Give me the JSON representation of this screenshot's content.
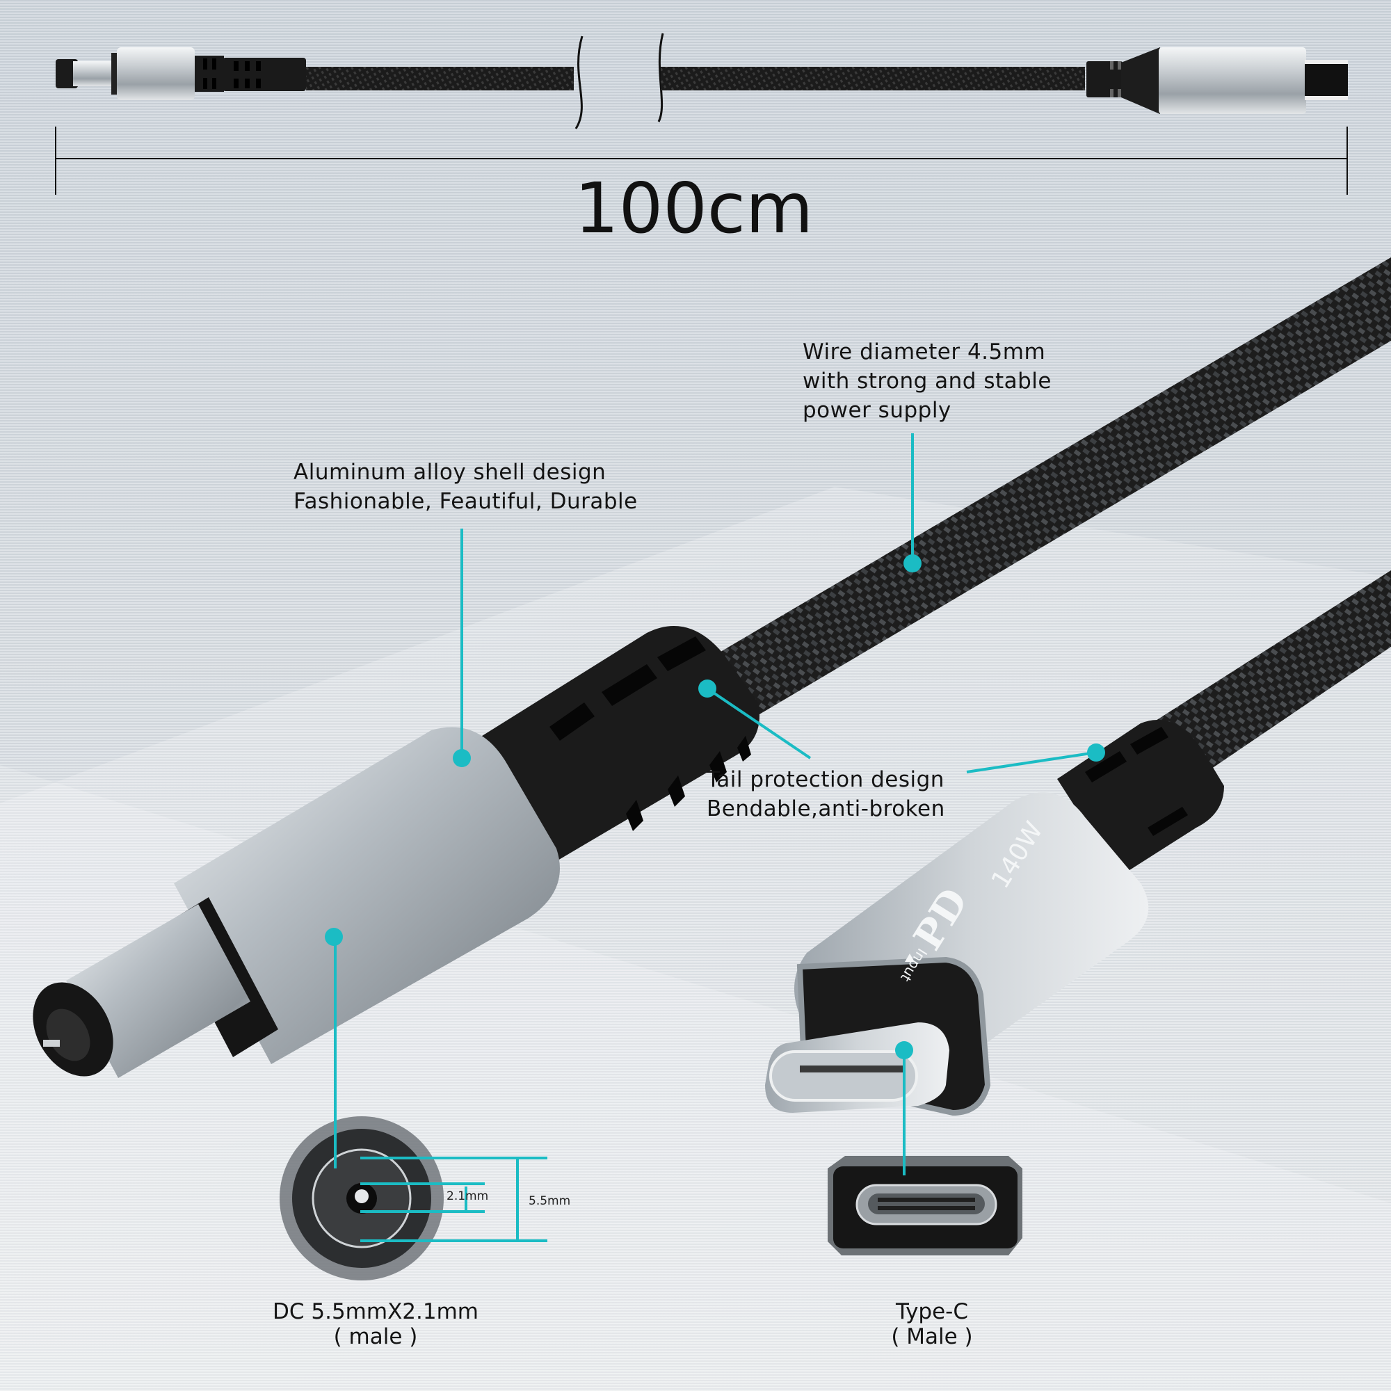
{
  "length": {
    "label": "100cm"
  },
  "callouts": {
    "wire": {
      "line1": "Wire diameter 4.5mm",
      "line2": "with strong and stable",
      "line3": "power supply"
    },
    "shell": {
      "line1": "Aluminum alloy shell design",
      "line2": "Fashionable, Feautiful, Durable"
    },
    "tail": {
      "line1": "Tail protection design",
      "line2": "Bendable,anti-broken"
    }
  },
  "connector_markings": {
    "brand": "PD",
    "power": "140W",
    "input": "Input"
  },
  "dimensions": {
    "inner": "2.1mm",
    "outer": "5.5mm"
  },
  "captions": {
    "dc": {
      "line1": "DC 5.5mmX2.1mm",
      "line2": "( male )"
    },
    "typec": {
      "line1": "Type-C",
      "line2": "( Male )"
    }
  },
  "colors": {
    "accent": "#1bbcc4",
    "cable": "#1c1c1c",
    "metal": "#b9bfc4",
    "background": "#d6dce1"
  }
}
